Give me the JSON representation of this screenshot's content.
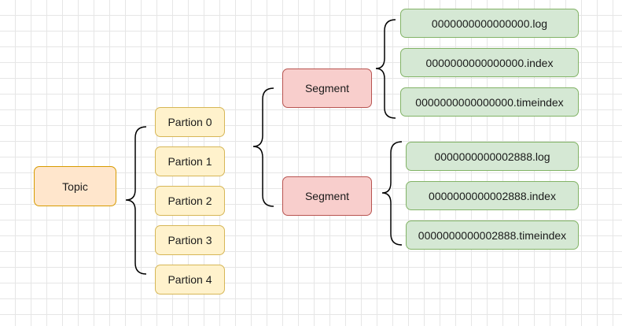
{
  "topic": {
    "label": "Topic"
  },
  "partitions": [
    {
      "label": "Partion 0"
    },
    {
      "label": "Partion 1"
    },
    {
      "label": "Partion 2"
    },
    {
      "label": "Partion 3"
    },
    {
      "label": "Partion 4"
    }
  ],
  "segments": [
    {
      "label": "Segment",
      "files": [
        {
          "label": "0000000000000000.log"
        },
        {
          "label": "0000000000000000.index"
        },
        {
          "label": "0000000000000000.timeindex"
        }
      ]
    },
    {
      "label": "Segment",
      "files": [
        {
          "label": "0000000000002888.log"
        },
        {
          "label": "0000000000002888.index"
        },
        {
          "label": "0000000000002888.timeindex"
        }
      ]
    }
  ],
  "colors": {
    "topic_fill": "#ffe6cc",
    "topic_stroke": "#d79b00",
    "partition_fill": "#fff2cc",
    "partition_stroke": "#d6b656",
    "segment_fill": "#f8cecc",
    "segment_stroke": "#b85450",
    "file_fill": "#d5e8d4",
    "file_stroke": "#82b366"
  }
}
